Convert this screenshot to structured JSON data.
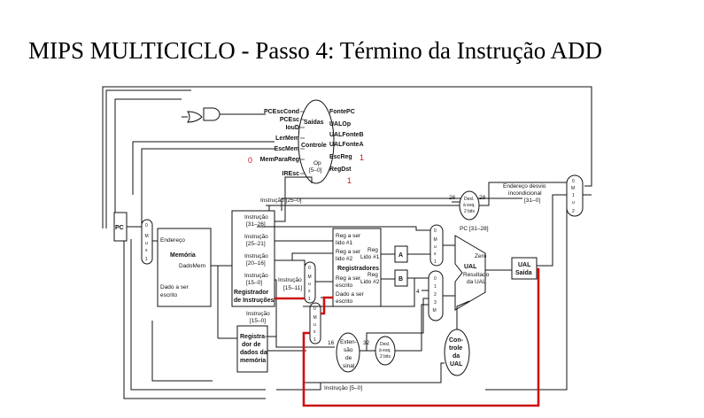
{
  "title": "MIPS MULTICICLO - Passo 4: Término da Instrução ADD",
  "control": {
    "left_signals": [
      "PCEscCond",
      "PCEsc",
      "IouD",
      "LerMem",
      "EscMem",
      "MemParaReg",
      "IREsc"
    ],
    "right_signals": [
      "FontePC",
      "UALOp",
      "UALFonteB",
      "UALFonteA",
      "EscReg",
      "RegDst"
    ],
    "unit_saida": "Saídas",
    "unit_controle": "Controle",
    "unit_op": "Op",
    "unit_op_bits": "[5–0]",
    "highlight_memparareg": "0",
    "highlight_escreg": "1",
    "highlight_regdst": "1"
  },
  "labels": {
    "pc": "PC",
    "mux_a": "M u x",
    "mux_0": "0",
    "mux_1": "1",
    "mux_2": "2",
    "mux_3": "3",
    "mem_endereco": "Endereço",
    "mem_memoria": "Memória",
    "mem_dadomem": "DadoMem",
    "mem_dado": "Dado a ser",
    "mem_escrito": "escrito",
    "ir_f1": "Instrução",
    "ir_f1b": "[31–26]",
    "ir_f2": "Instrução",
    "ir_f2b": "[25–21]",
    "ir_f3": "Instrução",
    "ir_f3b": "[20–16]",
    "ir_f4": "Instrução",
    "ir_f4b": "[15–0]",
    "ir_title1": "Registrador",
    "ir_title2": "de Instruções",
    "ir_15_11a": "Instrução",
    "ir_15_11b": "[15–11]",
    "ir_15_0a": "Instrução",
    "ir_15_0b": "[15–0]",
    "instr_25_0": "Instrução [25–0]",
    "mdr1": "Registra-",
    "mdr2": "dor de",
    "mdr3": "dados da",
    "mdr4": "memória",
    "reg_r1a": "Reg a ser",
    "reg_r1b": "lido #1",
    "reg_r2a": "Reg a ser",
    "reg_r2b": "lido #2",
    "reg_title": "Registradores",
    "reg_wa": "Reg a ser",
    "reg_wb": "escrito",
    "reg_da": "Dado a ser",
    "reg_db": "escrito",
    "reg_lido1a": "Reg",
    "reg_lido1b": "Lido #1",
    "reg_lido2a": "Reg",
    "reg_lido2b": "Lido #2",
    "a": "A",
    "b": "B",
    "four": "4",
    "sext1": "Exten-",
    "sext2": "são",
    "sext3": "de",
    "sext4": "sinal",
    "n16": "16",
    "n32": "32",
    "n26": "26",
    "n28": "28",
    "desl1": "Desl.",
    "desl2": "à esq.",
    "desl3": "2 bits",
    "pc_31_28": "PC [31–28]",
    "jmp1": "Endereço desvio",
    "jmp2": "incondicional",
    "jmp3": "[31–0]",
    "alu_zero": "Zero",
    "alu_ual": "UAL",
    "alu_res1": "Resultado",
    "alu_res2": "da UAL",
    "ualsaida1": "UAL",
    "ualsaida2": "Saída",
    "ualctl1": "Con-",
    "ualctl2": "trole",
    "ualctl3": "da",
    "ualctl4": "UAL",
    "instr_5_0": "Instrução [5–0]"
  }
}
